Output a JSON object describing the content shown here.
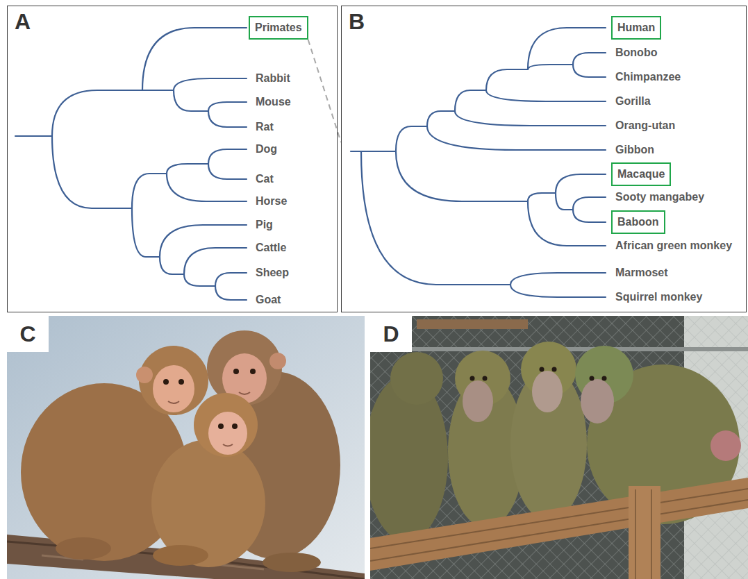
{
  "diagram": {
    "nodes": [
      {
        "text": [
          "A"
        ]
      },
      {
        "text": [
          "Primates"
        ],
        "in": 0
      },
      {
        "text": [
          "B"
        ]
      },
      {
        "text": [
          "Human"
        ],
        "in": 2
      },
      {
        "text": [
          "Macaque"
        ],
        "in": 2
      },
      {
        "text": [
          "Baboon"
        ],
        "in": 2
      },
      {
        "text": [
          "C"
        ]
      },
      {
        "text": [
          "D"
        ]
      }
    ],
    "edges": [
      {
        "from": 1,
        "to": 2,
        "arrow": "none"
      }
    ],
    "labels": [
      "Rabbit",
      "Mouse",
      "Rat",
      "Dog",
      "Cat",
      "Horse",
      "Pig",
      "Cattle",
      "Sheep",
      "Goat",
      "Bonobo",
      "Chimpanzee",
      "Gorilla",
      "Orang-utan",
      "Gibbon",
      "Sooty mangabey",
      "African green monkey",
      "Marmoset",
      "Squirrel monkey"
    ]
  }
}
